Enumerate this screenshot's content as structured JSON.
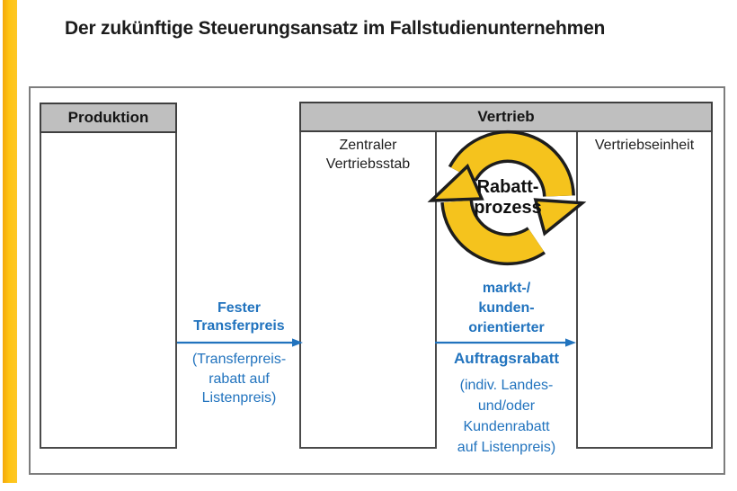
{
  "title": "Der zukünftige Steuerungsansatz im Fallstudienunternehmen",
  "colors": {
    "accent_yellow": "#FFC413",
    "cycle_yellow": "#F5C31D",
    "arrow_blue": "#2173BE",
    "header_gray": "#BFBFBF"
  },
  "produktion": {
    "header": "Produktion"
  },
  "vertrieb": {
    "header": "Vertrieb",
    "left_column": {
      "line1": "Zentraler",
      "line2": "Vertriebsstab"
    },
    "right_column": {
      "label": "Vertriebseinheit"
    }
  },
  "cycle": {
    "line1": "Rabatt-",
    "line2": "prozess"
  },
  "transfer_arrow": {
    "title_line1": "Fester",
    "title_line2": "Transferpreis",
    "note_line1": "(Transferpreis-",
    "note_line2": "rabatt auf",
    "note_line3": "Listenpreis)"
  },
  "order_discount_arrow": {
    "title_line1": "markt-/",
    "title_line2": "kunden-",
    "title_line3": "orientierter",
    "subtitle": "Auftragsrabatt",
    "note_line1": "(indiv. Landes-",
    "note_line2": "und/oder",
    "note_line3": "Kundenrabatt",
    "note_line4": "auf Listenpreis)"
  }
}
